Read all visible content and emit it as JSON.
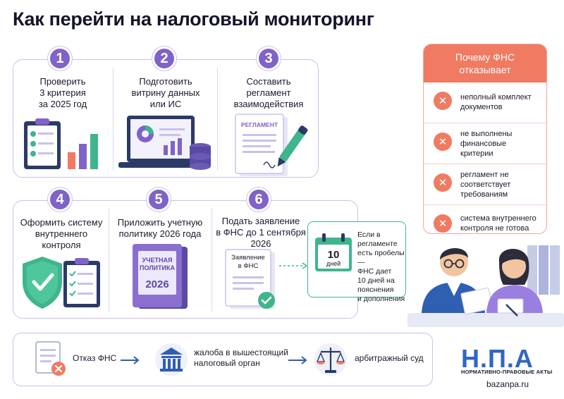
{
  "title": "Как перейти на налоговый мониторинг",
  "steps": [
    {
      "num": "1",
      "text": "Проверить\n3 критерия\nза 2025 год"
    },
    {
      "num": "2",
      "text": "Подготовить\nвитрину данных\nили ИС"
    },
    {
      "num": "3",
      "text": "Составить\nрегламент\nвзаимодействия"
    },
    {
      "num": "4",
      "text": "Оформить систему\nвнутреннего\nконтроля"
    },
    {
      "num": "5",
      "text": "Приложить учетную\nполитику 2026 года"
    },
    {
      "num": "6",
      "text": "Подать заявление\nв ФНС до 1 сентября\n2026"
    }
  ],
  "illustrations": {
    "reglament_label": "РЕГЛАМЕНТ",
    "policy_label": "УЧЕТНАЯ\nПОЛИТИКА",
    "policy_year": "2026",
    "application_label": "Заявление\nв ФНС",
    "calendar_num": "10",
    "calendar_unit": "дней"
  },
  "callout": {
    "text": "Если в\nрегламенте\nесть пробелы —\nФНС дает\n10 дней на\nпояснения\nи дополнения"
  },
  "panel": {
    "title": "Почему ФНС\nотказывает",
    "reasons": [
      "неполный комплект\nдокументов",
      "не выполнены\nфинансовые\nкритерии",
      "регламент не\nсоответствует\nтребованиям",
      "система внутреннего\nконтроля не готова"
    ]
  },
  "bottom": {
    "items": [
      {
        "text": "Отказ ФНС"
      },
      {
        "text": "жалоба в вышестоящий\nналоговый орган"
      },
      {
        "text": "арбитражный суд"
      }
    ]
  },
  "logo": {
    "text": "Н.П.А",
    "subtitle": "НОРМАТИВНО-ПРАВОВЫЕ АКТЫ",
    "site": "bazanpa.ru"
  },
  "colors": {
    "accent": "#7f63c9",
    "reject": "#f07a62",
    "ok": "#3fb58c",
    "brand": "#2f67c4"
  }
}
